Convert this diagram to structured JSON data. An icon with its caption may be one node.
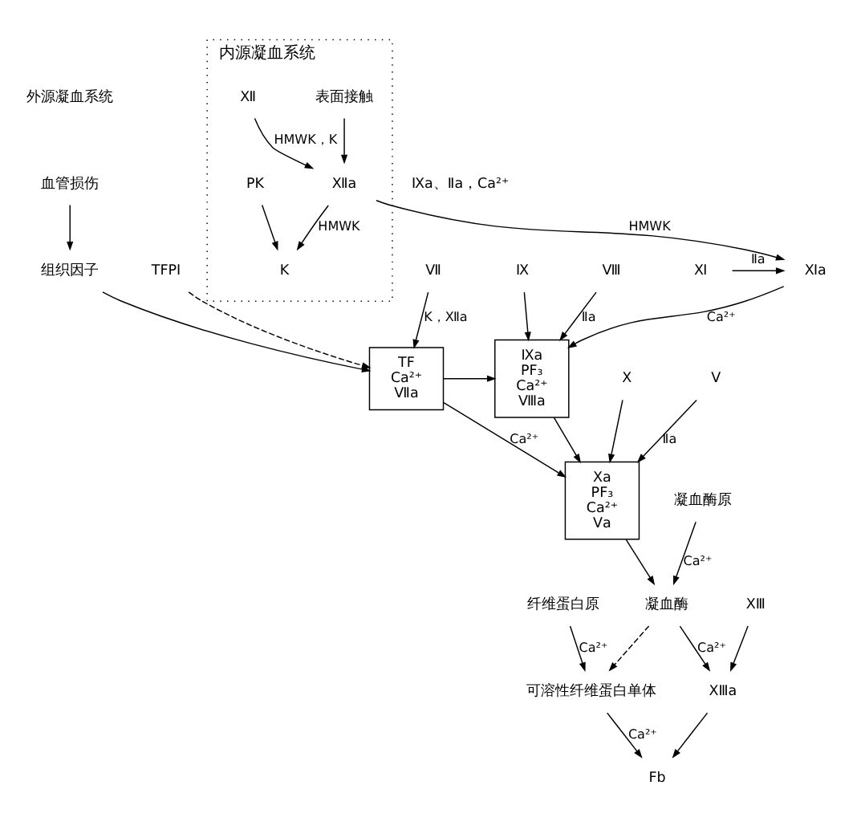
{
  "diagram": {
    "nodes": [
      {
        "text": [
          "内源凝血系统"
        ]
      },
      {
        "text": [
          "表面接触"
        ],
        "in": 0
      },
      {
        "text": [
          "Ⅻ"
        ],
        "in": 0
      },
      {
        "text": [
          "Ⅻa"
        ],
        "in": 0
      },
      {
        "text": [
          "K"
        ],
        "in": 0
      },
      {
        "text": [
          "PK"
        ],
        "in": 0
      },
      {
        "text": [
          "Ⅺ"
        ]
      },
      {
        "text": [
          "Ⅺa"
        ]
      },
      {
        "text": [
          "Ⅸ"
        ]
      },
      {
        "text": [
          "Ⅸa",
          "PF₃",
          "Ca²⁺",
          "Ⅷa"
        ]
      },
      {
        "text": [
          "Ⅷ"
        ]
      },
      {
        "text": [
          "血管损伤"
        ]
      },
      {
        "text": [
          "组织因子"
        ]
      },
      {
        "text": [
          "TF",
          "Ca²⁺",
          "Ⅶa"
        ]
      },
      {
        "text": [
          "TFPI"
        ]
      },
      {
        "text": [
          "Ⅶ"
        ]
      },
      {
        "text": [
          "Ⅹ"
        ]
      },
      {
        "text": [
          "Ⅹa",
          "PF₃",
          "Ca²⁺",
          "Ⅴa"
        ]
      },
      {
        "text": [
          "Ⅴ"
        ]
      },
      {
        "text": [
          "凝血酶原"
        ]
      },
      {
        "text": [
          "凝血酶"
        ]
      },
      {
        "text": [
          "纤维蛋白原"
        ]
      },
      {
        "text": [
          "可溶性纤维蛋白单体"
        ]
      },
      {
        "text": [
          "Fb"
        ]
      },
      {
        "text": [
          "XⅢ"
        ]
      },
      {
        "text": [
          "XⅢa"
        ]
      }
    ],
    "edges": [
      {
        "from": 2,
        "to": 3,
        "arrow": "to",
        "label": "HMWK，K"
      },
      {
        "from": 1,
        "to": 3,
        "arrow": "to"
      },
      {
        "from": 3,
        "to": 4,
        "arrow": "to",
        "label": "HMWK"
      },
      {
        "from": 5,
        "to": 4,
        "arrow": "to"
      },
      {
        "from": 3,
        "to": 7,
        "arrow": "to",
        "label": "HMWK"
      },
      {
        "from": 6,
        "to": 7,
        "arrow": "to",
        "label": "Ⅱa"
      },
      {
        "from": 7,
        "to": 9,
        "arrow": "to",
        "label": "Ca²⁺"
      },
      {
        "from": 8,
        "to": 9,
        "arrow": "to"
      },
      {
        "from": 13,
        "to": 9,
        "arrow": "to"
      },
      {
        "from": 10,
        "to": 9,
        "arrow": "to",
        "label": "Ⅱa"
      },
      {
        "from": 11,
        "to": 12,
        "arrow": "to"
      },
      {
        "from": 12,
        "to": 13,
        "arrow": "to"
      },
      {
        "from": 14,
        "to": 13,
        "arrow": "to",
        "style": "dashed"
      },
      {
        "from": 15,
        "to": 13,
        "arrow": "to",
        "label": "K，Ⅻa"
      },
      {
        "from": 16,
        "to": 17,
        "arrow": "to"
      },
      {
        "from": 9,
        "to": 17,
        "arrow": "to"
      },
      {
        "from": 13,
        "to": 17,
        "arrow": "to",
        "label": "Ca²⁺"
      },
      {
        "from": 18,
        "to": 17,
        "arrow": "to",
        "label": "Ⅱa"
      },
      {
        "from": 19,
        "to": 20,
        "arrow": "to",
        "label": "Ca²⁺"
      },
      {
        "from": 17,
        "to": 20,
        "arrow": "to"
      },
      {
        "from": 20,
        "to": 22,
        "arrow": "to",
        "style": "dashed"
      },
      {
        "from": 21,
        "to": 22,
        "arrow": "to",
        "label": "Ca²⁺"
      },
      {
        "from": 20,
        "to": 25,
        "arrow": "to",
        "label": "Ca²⁺"
      },
      {
        "from": 24,
        "to": 25,
        "arrow": "to"
      },
      {
        "from": 25,
        "to": 23,
        "arrow": "to"
      },
      {
        "from": 22,
        "to": 23,
        "arrow": "to",
        "label": "Ca²⁺"
      }
    ],
    "labels": [
      "外源凝血系统",
      "Ⅸa、Ⅱa，Ca²⁺"
    ]
  }
}
